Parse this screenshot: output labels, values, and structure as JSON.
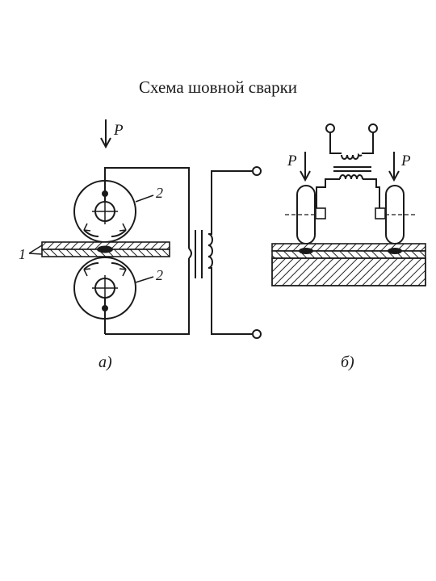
{
  "title": "Схема шовной сварки",
  "labels": {
    "force_a": "P",
    "force_b_left": "P",
    "force_b_right": "P",
    "num_roller_top": "2",
    "num_roller_bottom": "2",
    "num_sheets": "1",
    "caption_a": "а)",
    "caption_b": "б)"
  }
}
